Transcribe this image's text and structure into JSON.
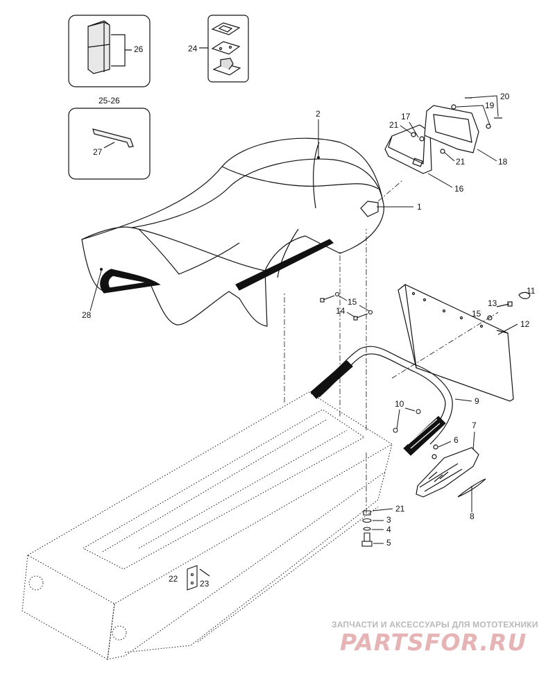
{
  "callouts": {
    "c1": "1",
    "c2": "2",
    "c3": "3",
    "c4": "4",
    "c5": "5",
    "c6": "6",
    "c7": "7",
    "c8": "8",
    "c9": "9",
    "c10": "10",
    "c11": "11",
    "c12": "12",
    "c13": "13",
    "c14": "14",
    "c15a": "15",
    "c15b": "15",
    "c16": "16",
    "c17": "17",
    "c18": "18",
    "c19": "19",
    "c20": "20",
    "c21a": "21",
    "c21b": "21",
    "c21c": "21",
    "c22": "22",
    "c23": "23",
    "c24": "24",
    "c25_26": "25-26",
    "c26": "26",
    "c27": "27",
    "c28": "28"
  },
  "watermark": {
    "tagline": "ЗАПЧАСТИ И АКСЕССУАРЫ ДЛЯ МОТОТЕХНИКИ",
    "logo": "PARTSFOR.RU"
  },
  "colors": {
    "line": "#111111",
    "watermark_text": "#b9b9b9",
    "watermark_logo": "#e6b4b4"
  }
}
